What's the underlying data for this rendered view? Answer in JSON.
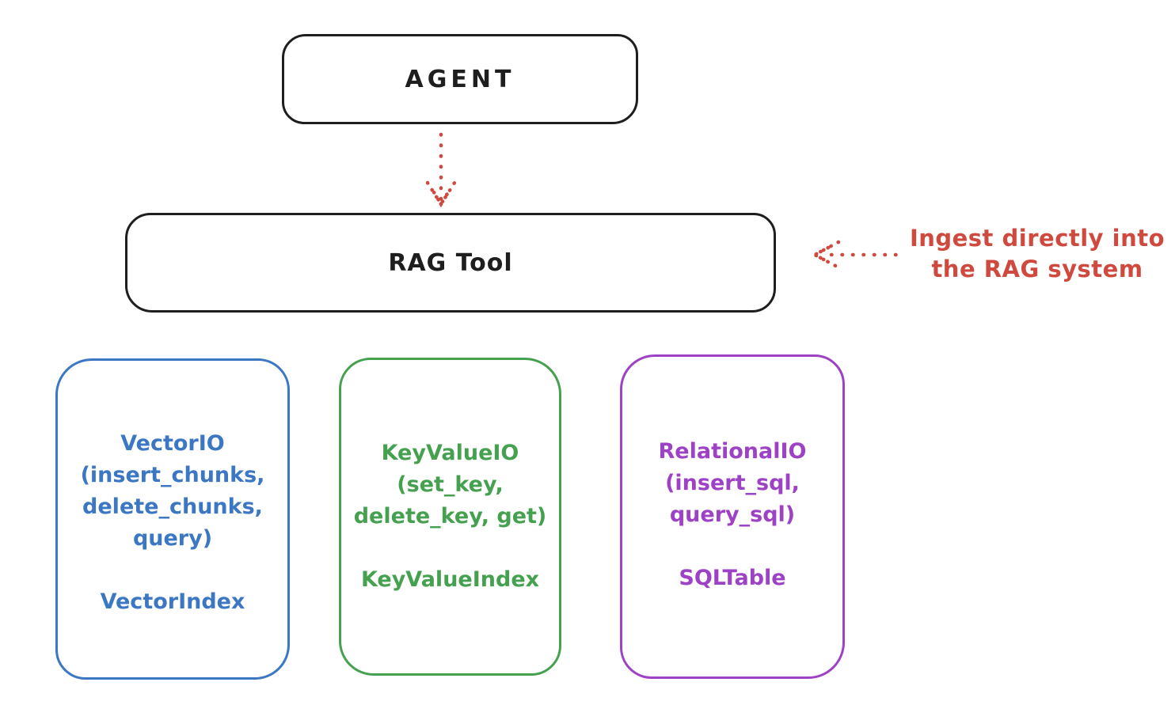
{
  "colors": {
    "ink": "#1e1e1e",
    "red": "#d0493e",
    "blue": "#3b77c2",
    "green": "#45a14f",
    "purple": "#9d41c5",
    "bg": "#ffffff"
  },
  "nodes": {
    "agent": {
      "label": "AGENT"
    },
    "rag_tool": {
      "label": "RAG Tool"
    },
    "vector": {
      "lines": [
        "VectorIO",
        "(insert_chunks,",
        "delete_chunks,",
        "query)"
      ],
      "index_label": "VectorIndex",
      "color": "#3b77c2"
    },
    "keyvalue": {
      "lines": [
        "KeyValueIO",
        "(set_key,",
        "delete_key, get)"
      ],
      "index_label": "KeyValueIndex",
      "color": "#45a14f"
    },
    "relational": {
      "lines": [
        "RelationalIO",
        "(insert_sql,",
        "query_sql)"
      ],
      "index_label": "SQLTable",
      "color": "#9d41c5"
    }
  },
  "annotation": {
    "lines": [
      "Ingest directly into",
      "the RAG system"
    ],
    "color": "#d0493e"
  },
  "arrows": [
    {
      "name": "agent-to-rag-tool",
      "style": "dotted",
      "color": "#d0493e",
      "direction": "down"
    },
    {
      "name": "annotation-to-rag-tool",
      "style": "dotted",
      "color": "#d0493e",
      "direction": "left"
    }
  ]
}
